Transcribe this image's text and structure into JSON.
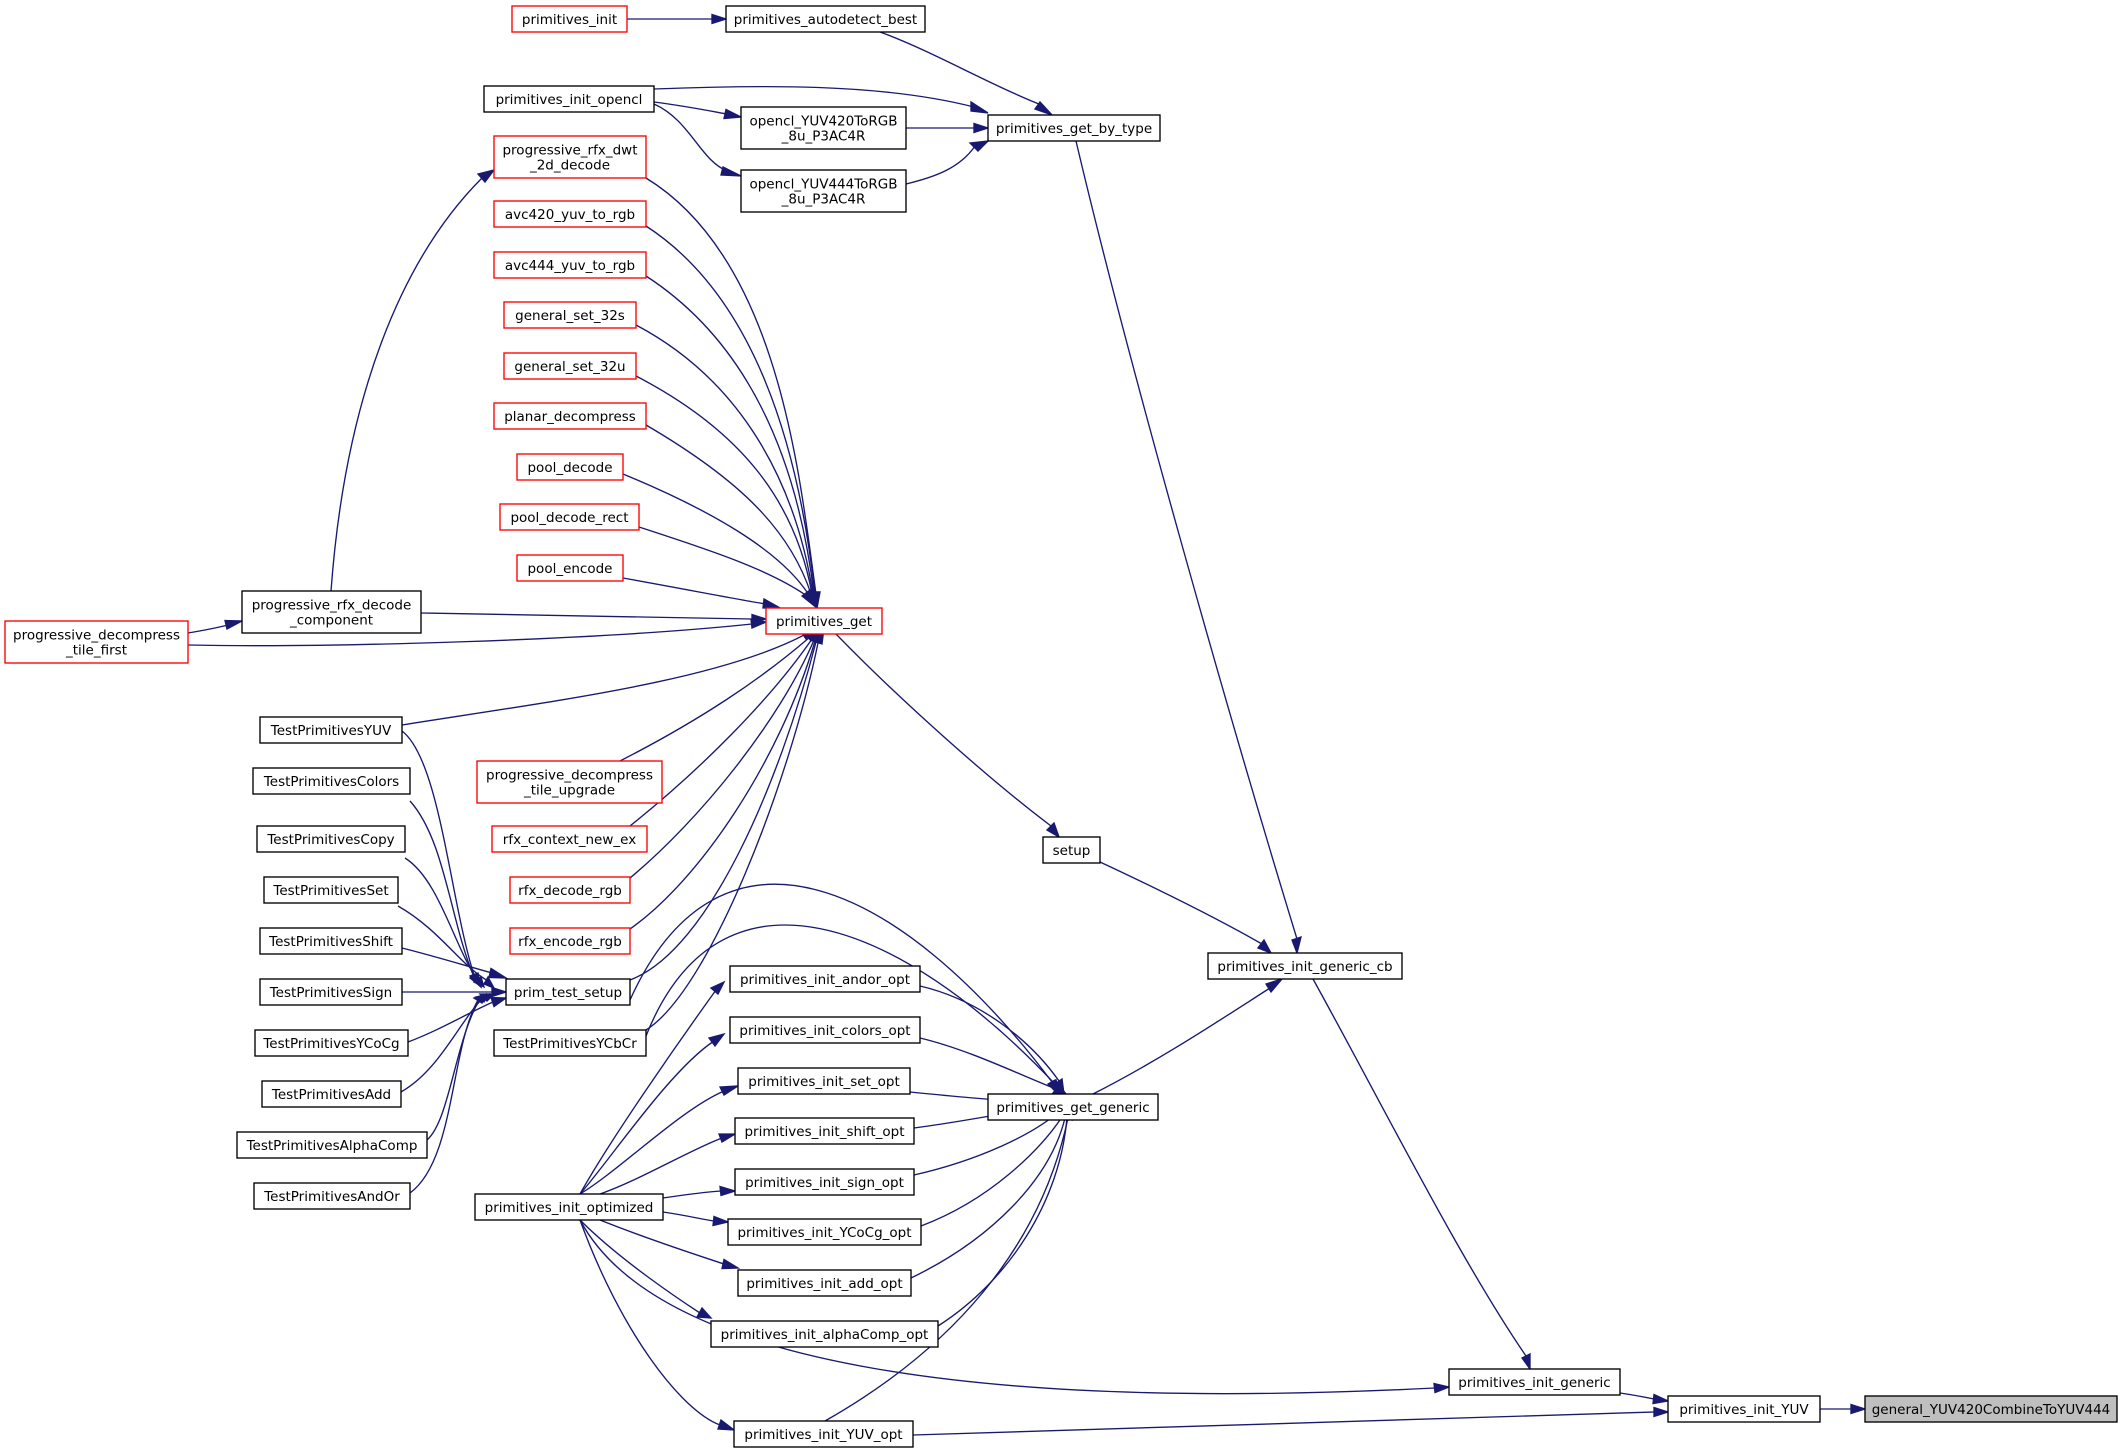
{
  "graph": {
    "colors": {
      "edge": "#191970",
      "node_border_default": "#000000",
      "node_border_truncated": "#ff0000",
      "node_fill": "#ffffff",
      "node_fill_focus": "#bfbfbf"
    },
    "nodes": [
      {
        "id": "primitives_init",
        "lines": [
          "primitives_init"
        ],
        "style": "red"
      },
      {
        "id": "primitives_autodetect_best",
        "lines": [
          "primitives_autodetect_best"
        ],
        "style": "black"
      },
      {
        "id": "primitives_init_opencl",
        "lines": [
          "primitives_init_opencl"
        ],
        "style": "black"
      },
      {
        "id": "opencl_YUV420ToRGB_8u_P3AC4R",
        "lines": [
          "opencl_YUV420ToRGB",
          "_8u_P3AC4R"
        ],
        "style": "black"
      },
      {
        "id": "opencl_YUV444ToRGB_8u_P3AC4R",
        "lines": [
          "opencl_YUV444ToRGB",
          "_8u_P3AC4R"
        ],
        "style": "black"
      },
      {
        "id": "primitives_get_by_type",
        "lines": [
          "primitives_get_by_type"
        ],
        "style": "black"
      },
      {
        "id": "progressive_rfx_dwt_2d_decode",
        "lines": [
          "progressive_rfx_dwt",
          "_2d_decode"
        ],
        "style": "red"
      },
      {
        "id": "avc420_yuv_to_rgb",
        "lines": [
          "avc420_yuv_to_rgb"
        ],
        "style": "red"
      },
      {
        "id": "avc444_yuv_to_rgb",
        "lines": [
          "avc444_yuv_to_rgb"
        ],
        "style": "red"
      },
      {
        "id": "general_set_32s",
        "lines": [
          "general_set_32s"
        ],
        "style": "red"
      },
      {
        "id": "general_set_32u",
        "lines": [
          "general_set_32u"
        ],
        "style": "red"
      },
      {
        "id": "planar_decompress",
        "lines": [
          "planar_decompress"
        ],
        "style": "red"
      },
      {
        "id": "pool_decode",
        "lines": [
          "pool_decode"
        ],
        "style": "red"
      },
      {
        "id": "pool_decode_rect",
        "lines": [
          "pool_decode_rect"
        ],
        "style": "red"
      },
      {
        "id": "pool_encode",
        "lines": [
          "pool_encode"
        ],
        "style": "red"
      },
      {
        "id": "progressive_rfx_decode_component",
        "lines": [
          "progressive_rfx_decode",
          "_component"
        ],
        "style": "black"
      },
      {
        "id": "progressive_decompress_tile_first",
        "lines": [
          "progressive_decompress",
          "_tile_first"
        ],
        "style": "red"
      },
      {
        "id": "primitives_get",
        "lines": [
          "primitives_get"
        ],
        "style": "red"
      },
      {
        "id": "TestPrimitivesYUV",
        "lines": [
          "TestPrimitivesYUV"
        ],
        "style": "black"
      },
      {
        "id": "progressive_decompress_tile_upgrade",
        "lines": [
          "progressive_decompress",
          "_tile_upgrade"
        ],
        "style": "red"
      },
      {
        "id": "TestPrimitivesColors",
        "lines": [
          "TestPrimitivesColors"
        ],
        "style": "black"
      },
      {
        "id": "rfx_context_new_ex",
        "lines": [
          "rfx_context_new_ex"
        ],
        "style": "red"
      },
      {
        "id": "TestPrimitivesCopy",
        "lines": [
          "TestPrimitivesCopy"
        ],
        "style": "black"
      },
      {
        "id": "setup",
        "lines": [
          "setup"
        ],
        "style": "black"
      },
      {
        "id": "TestPrimitivesSet",
        "lines": [
          "TestPrimitivesSet"
        ],
        "style": "black"
      },
      {
        "id": "rfx_decode_rgb",
        "lines": [
          "rfx_decode_rgb"
        ],
        "style": "red"
      },
      {
        "id": "TestPrimitivesShift",
        "lines": [
          "TestPrimitivesShift"
        ],
        "style": "black"
      },
      {
        "id": "rfx_encode_rgb",
        "lines": [
          "rfx_encode_rgb"
        ],
        "style": "red"
      },
      {
        "id": "primitives_init_generic_cb",
        "lines": [
          "primitives_init_generic_cb"
        ],
        "style": "black"
      },
      {
        "id": "primitives_init_andor_opt",
        "lines": [
          "primitives_init_andor_opt"
        ],
        "style": "black"
      },
      {
        "id": "TestPrimitivesSign",
        "lines": [
          "TestPrimitivesSign"
        ],
        "style": "black"
      },
      {
        "id": "prim_test_setup",
        "lines": [
          "prim_test_setup"
        ],
        "style": "black"
      },
      {
        "id": "primitives_init_colors_opt",
        "lines": [
          "primitives_init_colors_opt"
        ],
        "style": "black"
      },
      {
        "id": "TestPrimitivesYCoCg",
        "lines": [
          "TestPrimitivesYCoCg"
        ],
        "style": "black"
      },
      {
        "id": "TestPrimitivesYCbCr",
        "lines": [
          "TestPrimitivesYCbCr"
        ],
        "style": "black"
      },
      {
        "id": "primitives_init_set_opt",
        "lines": [
          "primitives_init_set_opt"
        ],
        "style": "black"
      },
      {
        "id": "TestPrimitivesAdd",
        "lines": [
          "TestPrimitivesAdd"
        ],
        "style": "black"
      },
      {
        "id": "primitives_get_generic",
        "lines": [
          "primitives_get_generic"
        ],
        "style": "black"
      },
      {
        "id": "primitives_init_shift_opt",
        "lines": [
          "primitives_init_shift_opt"
        ],
        "style": "black"
      },
      {
        "id": "TestPrimitivesAlphaComp",
        "lines": [
          "TestPrimitivesAlphaComp"
        ],
        "style": "black"
      },
      {
        "id": "primitives_init_sign_opt",
        "lines": [
          "primitives_init_sign_opt"
        ],
        "style": "black"
      },
      {
        "id": "TestPrimitivesAndOr",
        "lines": [
          "TestPrimitivesAndOr"
        ],
        "style": "black"
      },
      {
        "id": "primitives_init_optimized",
        "lines": [
          "primitives_init_optimized"
        ],
        "style": "black"
      },
      {
        "id": "primitives_init_YCoCg_opt",
        "lines": [
          "primitives_init_YCoCg_opt"
        ],
        "style": "black"
      },
      {
        "id": "primitives_init_add_opt",
        "lines": [
          "primitives_init_add_opt"
        ],
        "style": "black"
      },
      {
        "id": "primitives_init_alphaComp_opt",
        "lines": [
          "primitives_init_alphaComp_opt"
        ],
        "style": "black"
      },
      {
        "id": "primitives_init_generic",
        "lines": [
          "primitives_init_generic"
        ],
        "style": "black"
      },
      {
        "id": "primitives_init_YUV",
        "lines": [
          "primitives_init_YUV"
        ],
        "style": "black"
      },
      {
        "id": "general_YUV420CombineToYUV444",
        "lines": [
          "general_YUV420CombineToYUV444"
        ],
        "style": "focus"
      },
      {
        "id": "primitives_init_YUV_opt",
        "lines": [
          "primitives_init_YUV_opt"
        ],
        "style": "black"
      }
    ],
    "edges": [
      {
        "from": "primitives_init",
        "to": "primitives_autodetect_best"
      },
      {
        "from": "primitives_autodetect_best",
        "to": "primitives_get_by_type"
      },
      {
        "from": "primitives_init_opencl",
        "to": "primitives_get_by_type"
      },
      {
        "from": "primitives_init_opencl",
        "to": "opencl_YUV420ToRGB_8u_P3AC4R"
      },
      {
        "from": "primitives_init_opencl",
        "to": "opencl_YUV444ToRGB_8u_P3AC4R"
      },
      {
        "from": "opencl_YUV420ToRGB_8u_P3AC4R",
        "to": "primitives_get_by_type"
      },
      {
        "from": "opencl_YUV444ToRGB_8u_P3AC4R",
        "to": "primitives_get_by_type"
      },
      {
        "from": "primitives_get_by_type",
        "to": "primitives_init_generic_cb"
      },
      {
        "from": "progressive_rfx_decode_component",
        "to": "progressive_rfx_dwt_2d_decode"
      },
      {
        "from": "progressive_rfx_dwt_2d_decode",
        "to": "primitives_get"
      },
      {
        "from": "avc420_yuv_to_rgb",
        "to": "primitives_get"
      },
      {
        "from": "avc444_yuv_to_rgb",
        "to": "primitives_get"
      },
      {
        "from": "general_set_32s",
        "to": "primitives_get"
      },
      {
        "from": "general_set_32u",
        "to": "primitives_get"
      },
      {
        "from": "planar_decompress",
        "to": "primitives_get"
      },
      {
        "from": "pool_decode",
        "to": "primitives_get"
      },
      {
        "from": "pool_decode_rect",
        "to": "primitives_get"
      },
      {
        "from": "pool_encode",
        "to": "primitives_get"
      },
      {
        "from": "progressive_rfx_decode_component",
        "to": "primitives_get"
      },
      {
        "from": "progressive_decompress_tile_first",
        "to": "progressive_rfx_decode_component"
      },
      {
        "from": "progressive_decompress_tile_first",
        "to": "primitives_get"
      },
      {
        "from": "TestPrimitivesYUV",
        "to": "primitives_get"
      },
      {
        "from": "progressive_decompress_tile_upgrade",
        "to": "primitives_get"
      },
      {
        "from": "rfx_context_new_ex",
        "to": "primitives_get"
      },
      {
        "from": "rfx_decode_rgb",
        "to": "primitives_get"
      },
      {
        "from": "rfx_encode_rgb",
        "to": "primitives_get"
      },
      {
        "from": "prim_test_setup",
        "to": "primitives_get"
      },
      {
        "from": "TestPrimitivesYCbCr",
        "to": "primitives_get"
      },
      {
        "from": "primitives_get",
        "to": "setup"
      },
      {
        "from": "setup",
        "to": "primitives_init_generic_cb"
      },
      {
        "from": "primitives_init_generic_cb",
        "to": "primitives_init_generic"
      },
      {
        "from": "TestPrimitivesYUV",
        "to": "prim_test_setup"
      },
      {
        "from": "TestPrimitivesColors",
        "to": "prim_test_setup"
      },
      {
        "from": "TestPrimitivesCopy",
        "to": "prim_test_setup"
      },
      {
        "from": "TestPrimitivesSet",
        "to": "prim_test_setup"
      },
      {
        "from": "TestPrimitivesShift",
        "to": "prim_test_setup"
      },
      {
        "from": "TestPrimitivesSign",
        "to": "prim_test_setup"
      },
      {
        "from": "TestPrimitivesYCoCg",
        "to": "prim_test_setup"
      },
      {
        "from": "TestPrimitivesAdd",
        "to": "prim_test_setup"
      },
      {
        "from": "TestPrimitivesAlphaComp",
        "to": "prim_test_setup"
      },
      {
        "from": "TestPrimitivesAndOr",
        "to": "prim_test_setup"
      },
      {
        "from": "TestPrimitivesYCbCr",
        "to": "prim_test_setup"
      },
      {
        "from": "prim_test_setup",
        "to": "primitives_get_generic"
      },
      {
        "from": "TestPrimitivesYCbCr",
        "to": "primitives_get_generic"
      },
      {
        "from": "primitives_init_andor_opt",
        "to": "primitives_get_generic"
      },
      {
        "from": "primitives_init_colors_opt",
        "to": "primitives_get_generic"
      },
      {
        "from": "primitives_init_set_opt",
        "to": "primitives_get_generic"
      },
      {
        "from": "primitives_init_shift_opt",
        "to": "primitives_get_generic"
      },
      {
        "from": "primitives_init_sign_opt",
        "to": "primitives_get_generic"
      },
      {
        "from": "primitives_init_YCoCg_opt",
        "to": "primitives_get_generic"
      },
      {
        "from": "primitives_init_add_opt",
        "to": "primitives_get_generic"
      },
      {
        "from": "primitives_init_alphaComp_opt",
        "to": "primitives_get_generic"
      },
      {
        "from": "primitives_init_YUV_opt",
        "to": "primitives_get_generic"
      },
      {
        "from": "primitives_get_generic",
        "to": "primitives_init_generic_cb"
      },
      {
        "from": "primitives_init_optimized",
        "to": "primitives_init_andor_opt"
      },
      {
        "from": "primitives_init_optimized",
        "to": "primitives_init_colors_opt"
      },
      {
        "from": "primitives_init_optimized",
        "to": "primitives_init_set_opt"
      },
      {
        "from": "primitives_init_optimized",
        "to": "primitives_init_shift_opt"
      },
      {
        "from": "primitives_init_optimized",
        "to": "primitives_init_sign_opt"
      },
      {
        "from": "primitives_init_optimized",
        "to": "primitives_init_YCoCg_opt"
      },
      {
        "from": "primitives_init_optimized",
        "to": "primitives_init_add_opt"
      },
      {
        "from": "primitives_init_optimized",
        "to": "primitives_init_alphaComp_opt"
      },
      {
        "from": "primitives_init_optimized",
        "to": "primitives_init_YUV_opt"
      },
      {
        "from": "primitives_init_optimized",
        "to": "primitives_init_generic"
      },
      {
        "from": "primitives_init_generic",
        "to": "primitives_init_YUV"
      },
      {
        "from": "primitives_init_YUV_opt",
        "to": "primitives_init_YUV"
      },
      {
        "from": "primitives_init_YUV",
        "to": "general_YUV420CombineToYUV444"
      }
    ]
  }
}
